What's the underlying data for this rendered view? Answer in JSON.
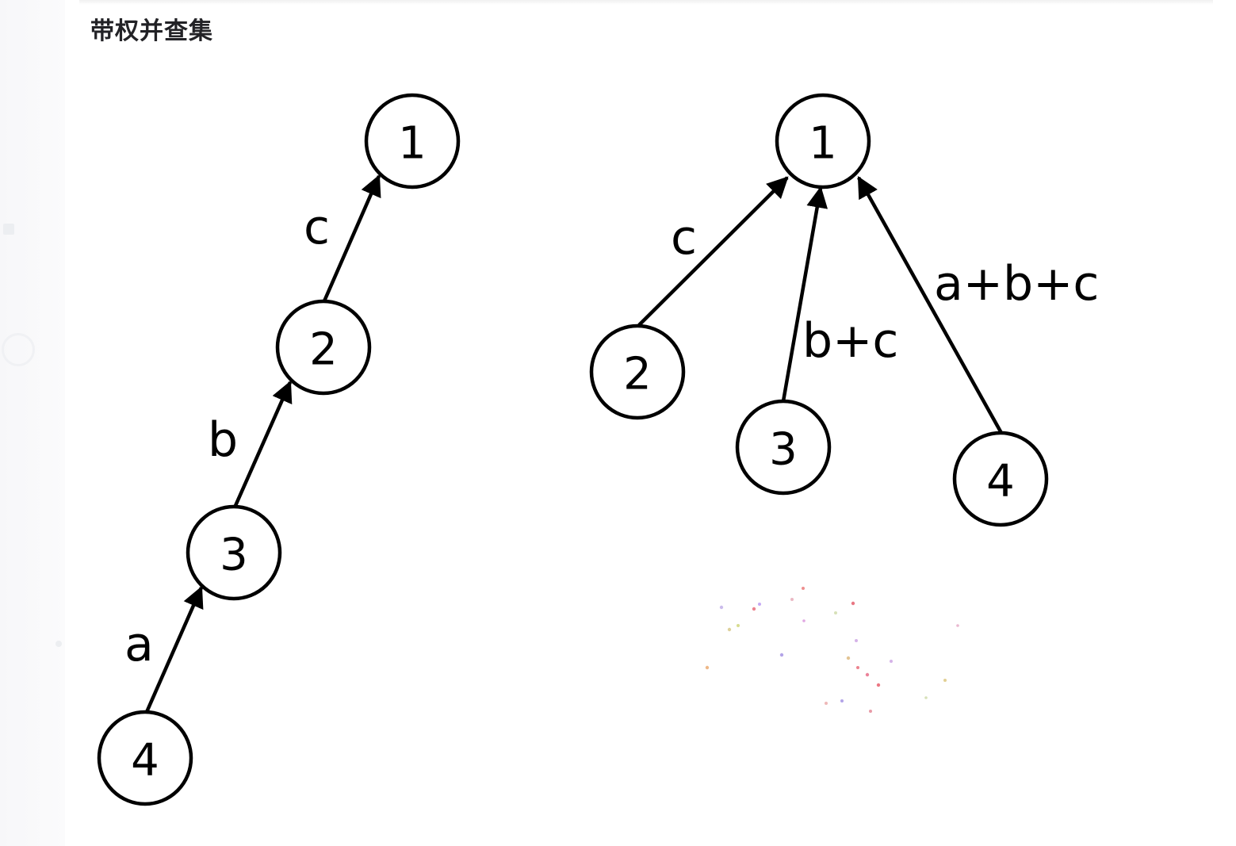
{
  "section_title": "带权并查集",
  "diagrams": {
    "chain": {
      "nodes": [
        {
          "id": "n1",
          "label": "1"
        },
        {
          "id": "n2",
          "label": "2"
        },
        {
          "id": "n3",
          "label": "3"
        },
        {
          "id": "n4",
          "label": "4"
        }
      ],
      "edges": [
        {
          "from": "n2",
          "to": "n1",
          "label": "c"
        },
        {
          "from": "n3",
          "to": "n2",
          "label": "b"
        },
        {
          "from": "n4",
          "to": "n3",
          "label": "a"
        }
      ]
    },
    "compressed": {
      "nodes": [
        {
          "id": "n1",
          "label": "1"
        },
        {
          "id": "n2",
          "label": "2"
        },
        {
          "id": "n3",
          "label": "3"
        },
        {
          "id": "n4",
          "label": "4"
        }
      ],
      "edges": [
        {
          "from": "n2",
          "to": "n1",
          "label": "c"
        },
        {
          "from": "n3",
          "to": "n1",
          "label": "b+c"
        },
        {
          "from": "n4",
          "to": "n1",
          "label": "a+b+c"
        }
      ]
    }
  },
  "colors": {
    "ink": "#000000",
    "title": "#222226",
    "background": "#ffffff"
  }
}
